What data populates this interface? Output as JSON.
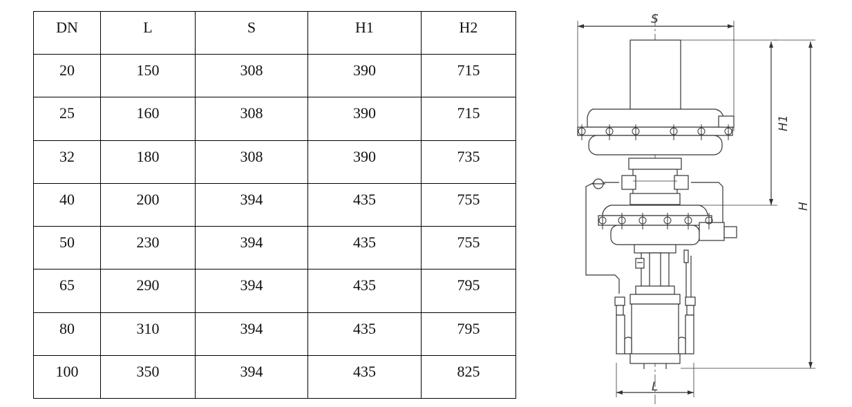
{
  "table": {
    "headers": [
      "DN",
      "L",
      "S",
      "H1",
      "H2"
    ],
    "rows": [
      [
        "20",
        "150",
        "308",
        "390",
        "715"
      ],
      [
        "25",
        "160",
        "308",
        "390",
        "715"
      ],
      [
        "32",
        "180",
        "308",
        "390",
        "735"
      ],
      [
        "40",
        "200",
        "394",
        "435",
        "755"
      ],
      [
        "50",
        "230",
        "394",
        "435",
        "755"
      ],
      [
        "65",
        "290",
        "394",
        "435",
        "795"
      ],
      [
        "80",
        "310",
        "394",
        "435",
        "795"
      ],
      [
        "100",
        "350",
        "394",
        "435",
        "825"
      ]
    ]
  },
  "drawing": {
    "label_s": "S",
    "label_h1": "H1",
    "label_h": "H",
    "label_l": "L"
  }
}
